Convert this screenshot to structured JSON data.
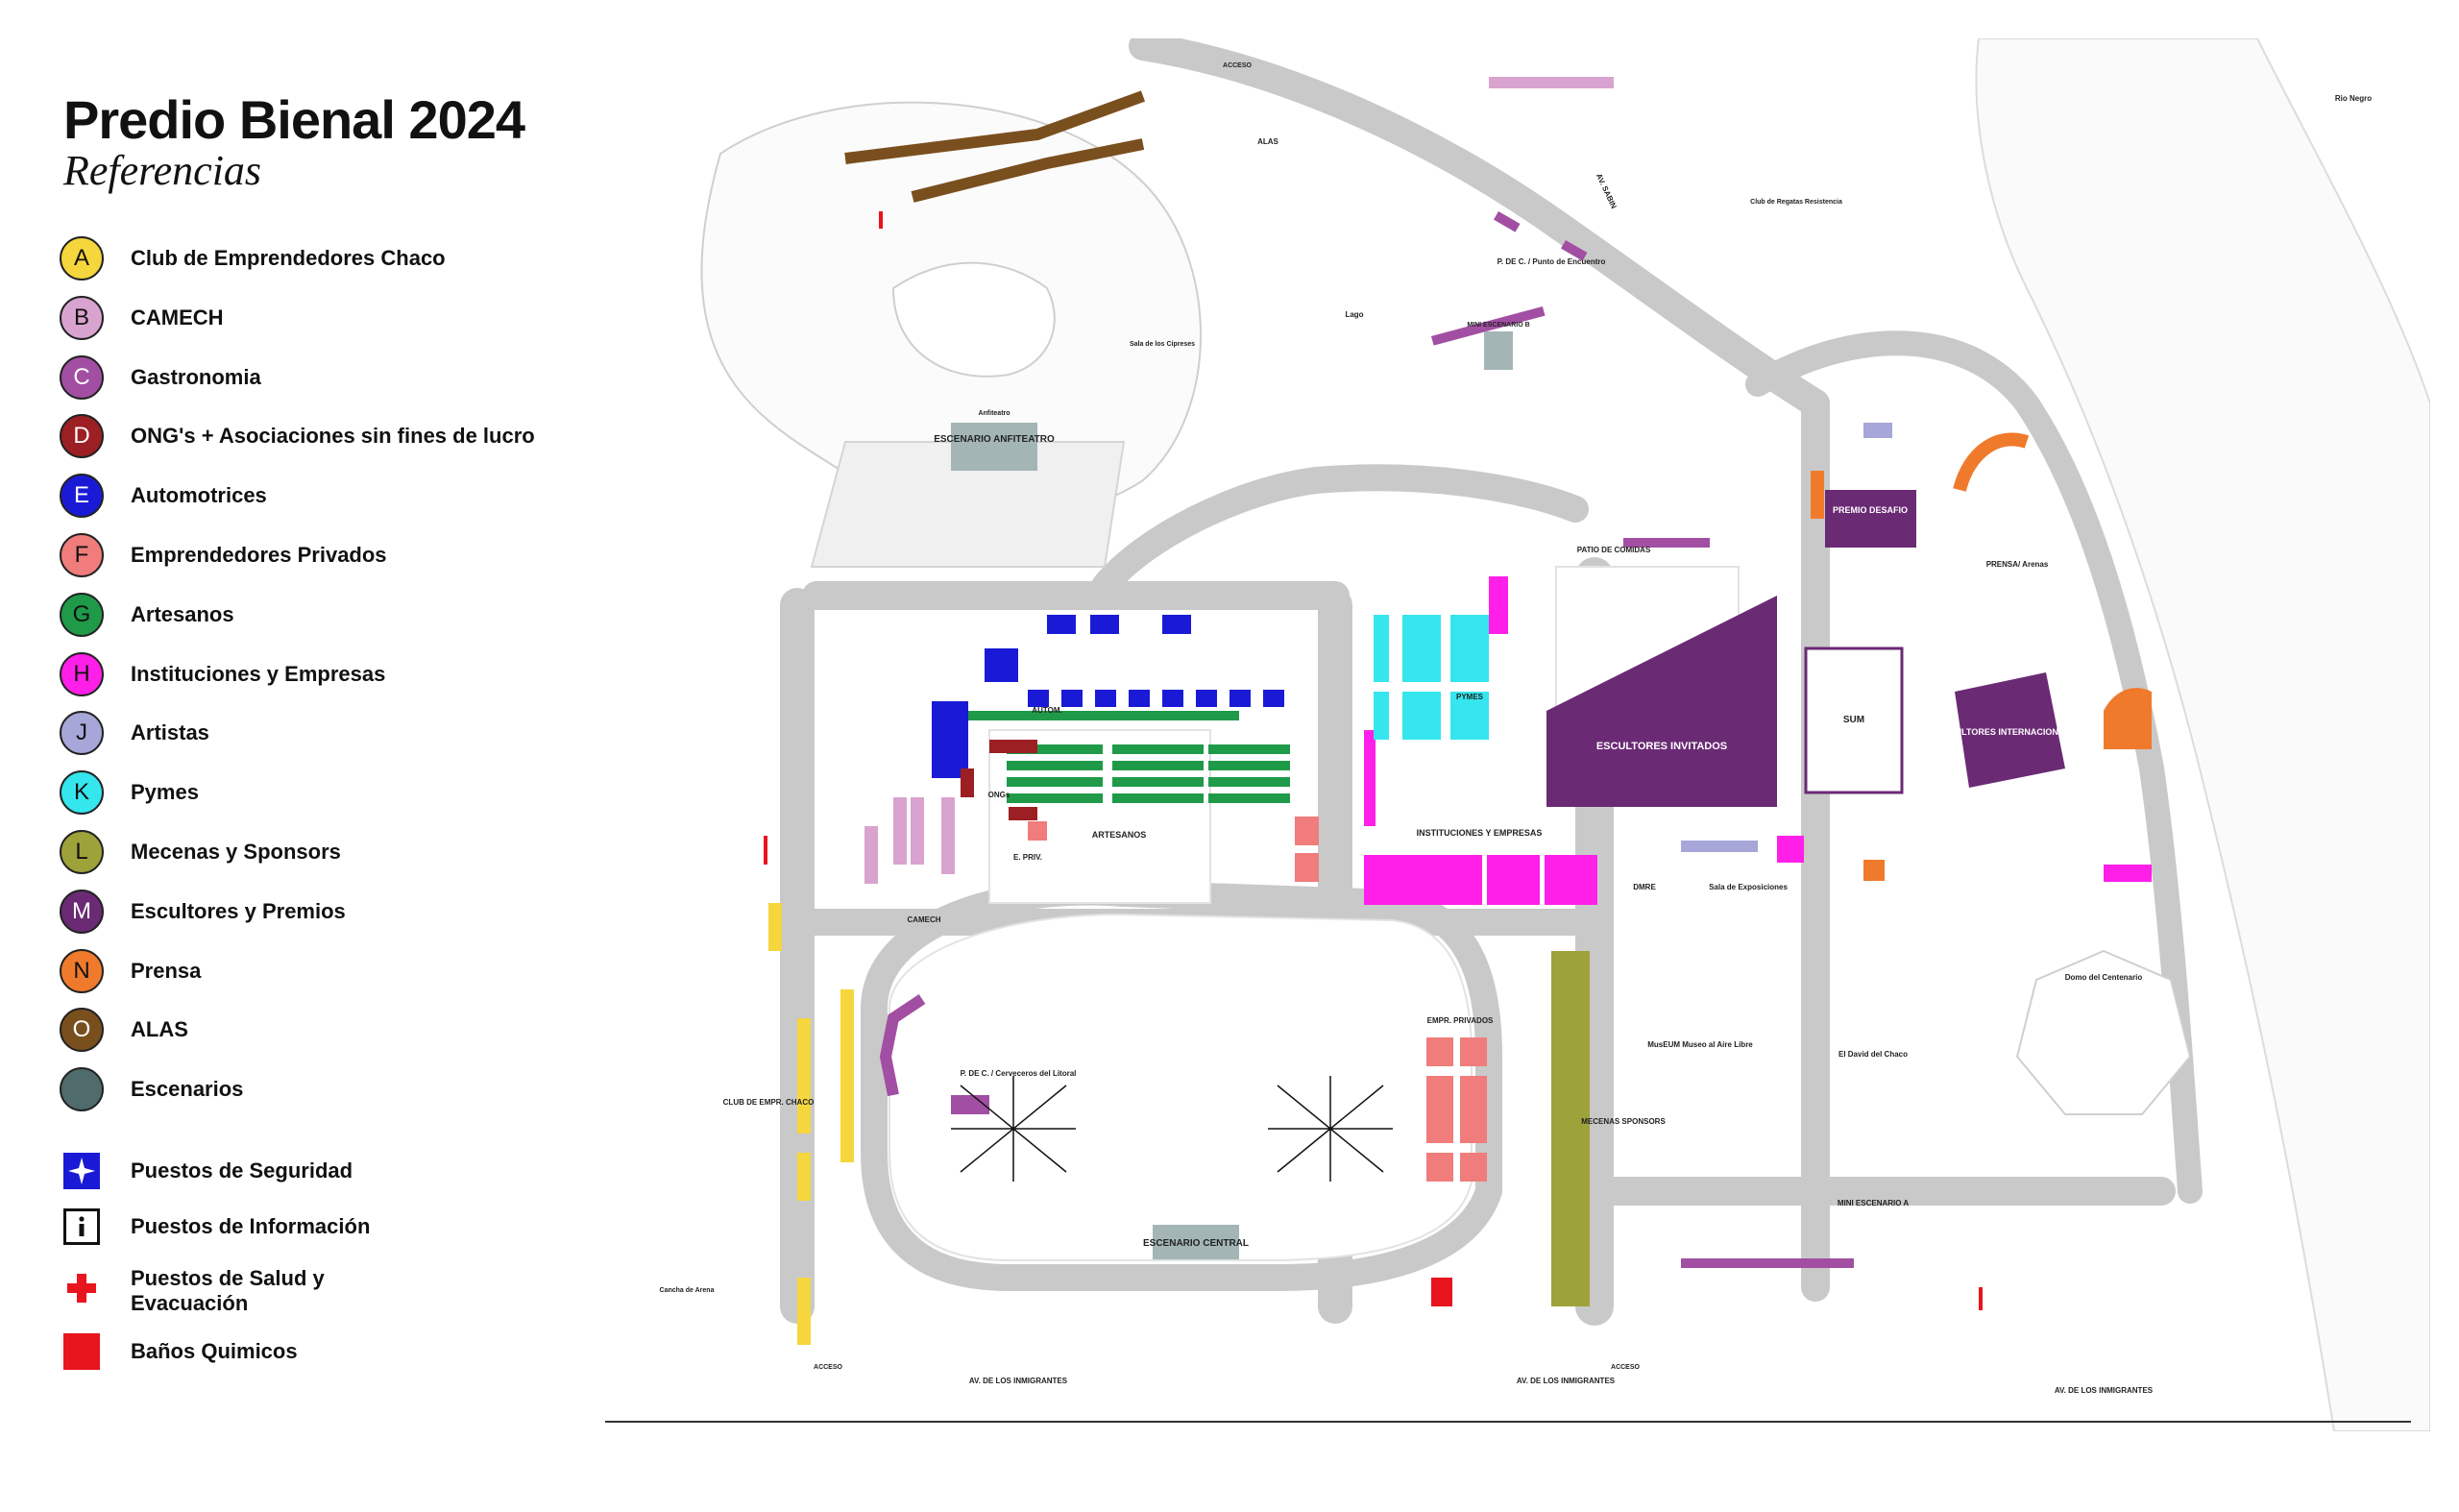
{
  "title": "Predio Bienal 2024",
  "subtitle": "Referencias",
  "legend": [
    {
      "key": "A",
      "label": "Club de Emprendedores Chaco",
      "color": "#f5d63d"
    },
    {
      "key": "B",
      "label": "CAMECH",
      "color": "#d9a3cf"
    },
    {
      "key": "C",
      "label": "Gastronomia",
      "color": "#a24fa3"
    },
    {
      "key": "D",
      "label": "ONG's + Asociaciones sin fines de lucro",
      "color": "#9c1f24"
    },
    {
      "key": "E",
      "label": "Automotrices",
      "color": "#1a1ad6"
    },
    {
      "key": "F",
      "label": "Emprendedores Privados",
      "color": "#f07c7c"
    },
    {
      "key": "G",
      "label": "Artesanos",
      "color": "#1f9a49"
    },
    {
      "key": "H",
      "label": "Instituciones y Empresas",
      "color": "#ff1fe8"
    },
    {
      "key": "J",
      "label": "Artistas",
      "color": "#a6a6d8"
    },
    {
      "key": "K",
      "label": "Pymes",
      "color": "#35e6ee"
    },
    {
      "key": "L",
      "label": "Mecenas y Sponsors",
      "color": "#9ea23a"
    },
    {
      "key": "M",
      "label": "Escultores y Premios",
      "color": "#6a2a74"
    },
    {
      "key": "N",
      "label": "Prensa",
      "color": "#f07a2c"
    },
    {
      "key": "O",
      "label": "ALAS",
      "color": "#7a4f1e"
    },
    {
      "key": "",
      "label": "Escenarios",
      "color": "#4f6b6b"
    }
  ],
  "symbols": [
    {
      "label": "Puestos de Seguridad",
      "icon": "security-star-icon",
      "color": "#1a1ad6"
    },
    {
      "label": "Puestos de Información",
      "icon": "info-icon",
      "color": "#111111"
    },
    {
      "label": "Puestos de Salud y Evacuación",
      "icon": "red-cross-icon",
      "color": "#e8141e"
    },
    {
      "label": "Baños Quimicos",
      "icon": "toilet-square-icon",
      "color": "#e8141e"
    }
  ],
  "map": {
    "streets": {
      "bottom": "AV. DE LOS INMIGRANTES",
      "av_sabin": "AV. SABIN",
      "access": "ACCESO"
    },
    "places": {
      "rio_negro": "Rio Negro",
      "lago": "Lago",
      "club_regatas": "Club de Regatas Resistencia",
      "sala_cipreses": "Sala de los Cipreses",
      "anfiteatro": "Anfiteatro",
      "cancha_arena": "Cancha de Arena",
      "museum": "MusEUM Museo al Aire Libre",
      "domo": "Domo del Centenario",
      "david": "El David del Chaco",
      "sum": "SUM",
      "dimre": "DMRE",
      "sala_expo": "Sala de Exposiciones"
    },
    "stages": {
      "anfiteatro": "ESCENARIO ANFITEATRO",
      "central": "ESCENARIO CENTRAL",
      "mini_b": "MINI ESCENARIO B",
      "mini_a": "MINI ESCENARIO A"
    },
    "zones": {
      "escultores_invitados": "ESCULTORES INVITADOS",
      "escultores_internacionales": "ESCULTORES INTERNACIONALES",
      "premio_desafio": "PREMIO DESAFIO",
      "instituciones": "INSTITUCIONES Y EMPRESAS",
      "artesanos": "ARTESANOS",
      "camech": "CAMECH",
      "pymes": "PYMES",
      "ongs": "ONGs",
      "autom": "AUTOM.",
      "empr_privados": "EMPR. PRIVADOS",
      "e_priv": "E. PRIV.",
      "club_empr": "CLUB DE EMPR. CHACO",
      "mecenas": "MECENAS SPONSORS",
      "prensa": "PRENSA/ Arenas",
      "alas": "ALAS",
      "patio_comidas": "PATIO DE COMIDAS",
      "pdec_encuentro": "P. DE C. / Punto de Encuentro",
      "pdec_cerveceros": "P. DE C. / Cerveceros del Litoral"
    }
  }
}
